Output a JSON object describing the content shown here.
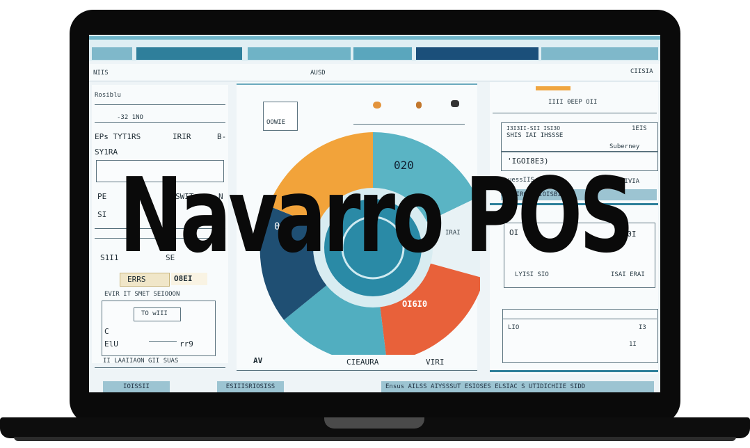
{
  "overlay": {
    "title": "Navarro POS"
  },
  "tabs": [
    {
      "label": ""
    },
    {
      "label": ""
    },
    {
      "label": ""
    },
    {
      "label": ""
    },
    {
      "label": ""
    },
    {
      "label": ""
    }
  ],
  "subbar": {
    "left": "NIIS",
    "center": "AUSD",
    "right": "CIISIA"
  },
  "left_panel": {
    "header": "Rosiblu",
    "sub": "-32 1NO",
    "row1_a": "EPs TYT1RS",
    "row1_b": "IRIR",
    "row1_c": "B-",
    "row2": "SY1RA",
    "row3": "PE",
    "row3_b": "SWIT",
    "row3_c": "N",
    "row4": "SI",
    "row5": "S1I1",
    "row5_b": "SE",
    "badge_left": "ERRS",
    "badge_right": "O8EI",
    "row6": "EVIR   IT  SMET  SEIOOON",
    "field1": "TO wIII",
    "field2_a": "C",
    "field2_b": "ElU",
    "field2_c": "rr9",
    "footer": "II LAAIIAON GII SUAS"
  },
  "center_panel": {
    "label_box": "OOWIE",
    "top_items": [
      "",
      "",
      ""
    ],
    "chart_labels": {
      "teal_top": "020",
      "orange_bottom": "OI6I0",
      "navy_left": "00",
      "teal_bottom": "",
      "side": "IRAI"
    },
    "footer_left": "AV",
    "footer_center": "CIEAURA",
    "footer_right": "VIRI"
  },
  "right_panel": {
    "top": "IIII   0EEP  OII",
    "card1_a": "I3I3II-SII ISI3O",
    "card1_b": "SHIS IAI IHSSSE",
    "card1_c": "1EIS",
    "card1_d": "Suberney",
    "card2": "'IGOI8E3)",
    "card3_a": "uessIIS",
    "card3_b": "EIVIA",
    "band": "OPSAIRON EIOISBIDE",
    "card4_a": "OI",
    "card4_b": "1I0I",
    "card5_a": "LYISI SIO",
    "card5_b": "ISAI ERAI",
    "bottom_a": "LIO",
    "bottom_b": "I3",
    "bottom_c": "1I"
  },
  "status": {
    "left": "IOISSII",
    "mid": "ESIIISRIOSISS",
    "right": "Ensus  AILSS AIYSSSUT ESIOSES  ELSIAC S UTIDICHIIE   SIDD"
  }
}
